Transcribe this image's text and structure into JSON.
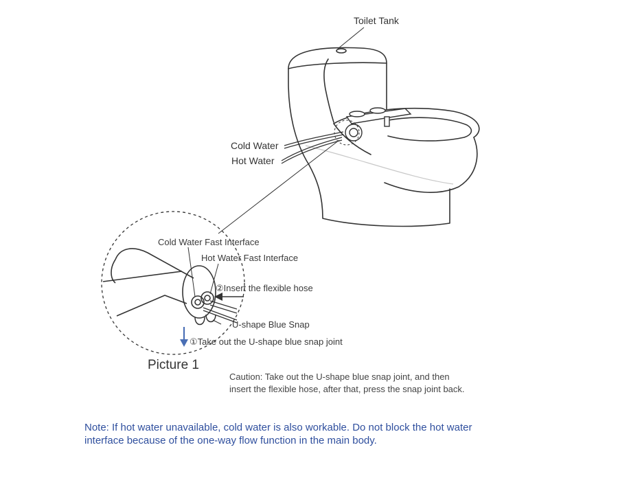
{
  "labels": {
    "toilet_tank": "Toilet Tank",
    "cold_water": "Cold Water",
    "hot_water": "Hot Water",
    "cold_water_fast_interface": "Cold Water Fast Interface",
    "hot_water_fast_interface": "Hot Water Fast Interface",
    "insert_hose": "②Insert the flexible hose",
    "u_shape_snap": "U-shape Blue Snap",
    "take_out_snap": "①Take out the U-shape blue snap joint",
    "picture_title": "Picture 1"
  },
  "caption": {
    "line1": "Caution: Take out the U-shape blue snap joint, and then",
    "line2": "insert the flexible hose, after that, press the snap joint back."
  },
  "note": {
    "line1": "Note: If hot water unavailable, cold water is also workable. Do not block the hot water",
    "line2": "interface because of the one-way flow function in the main body."
  },
  "colors": {
    "note_text": "#2f4f9e",
    "arrow_blue": "#4a6fb5",
    "line": "#333333"
  }
}
